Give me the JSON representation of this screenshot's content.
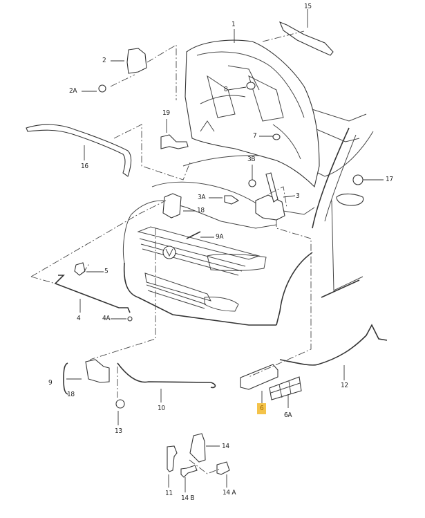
{
  "diagram": {
    "title": "Hood / bonnet lock and release assembly — exploded parts diagram",
    "highlight_color": "#f4c34a",
    "highlighted_part": "6",
    "labels": [
      {
        "id": "1",
        "text": "1",
        "part": "hood"
      },
      {
        "id": "2",
        "text": "2",
        "part": "hood-latch-striker"
      },
      {
        "id": "2A",
        "text": "2A",
        "part": "bolt"
      },
      {
        "id": "3",
        "text": "3",
        "part": "hood-lock"
      },
      {
        "id": "3A",
        "text": "3A",
        "part": "bolt"
      },
      {
        "id": "3B",
        "text": "3B",
        "part": "nut"
      },
      {
        "id": "4",
        "text": "4",
        "part": "hood-prop-rod"
      },
      {
        "id": "4A",
        "text": "4A",
        "part": "clip"
      },
      {
        "id": "5",
        "text": "5",
        "part": "prop-rod-holder"
      },
      {
        "id": "6",
        "text": "6",
        "part": "release-handle",
        "highlighted": true
      },
      {
        "id": "6A",
        "text": "6A",
        "part": "handle-cover"
      },
      {
        "id": "7",
        "text": "7",
        "part": "buffer"
      },
      {
        "id": "8",
        "text": "8",
        "part": "buffer"
      },
      {
        "id": "9",
        "text": "9",
        "part": "bracket-group"
      },
      {
        "id": "9A",
        "text": "9A",
        "part": "bolt"
      },
      {
        "id": "10",
        "text": "10",
        "part": "release-cable-front"
      },
      {
        "id": "11",
        "text": "11",
        "part": "lever"
      },
      {
        "id": "12",
        "text": "12",
        "part": "release-cable-rear"
      },
      {
        "id": "13",
        "text": "13",
        "part": "screw"
      },
      {
        "id": "14",
        "text": "14",
        "part": "bracket"
      },
      {
        "id": "14A",
        "text": "14 A",
        "part": "expanding-nut"
      },
      {
        "id": "14B",
        "text": "14 B",
        "part": "screw"
      },
      {
        "id": "15",
        "text": "15",
        "part": "seal"
      },
      {
        "id": "16",
        "text": "16",
        "part": "seal"
      },
      {
        "id": "17",
        "text": "17",
        "part": "expanding-nut"
      },
      {
        "id": "18a",
        "text": "18",
        "part": "bracket"
      },
      {
        "id": "18b",
        "text": "18",
        "part": "bracket-group-member"
      },
      {
        "id": "19",
        "text": "19",
        "part": "bracket"
      }
    ]
  }
}
